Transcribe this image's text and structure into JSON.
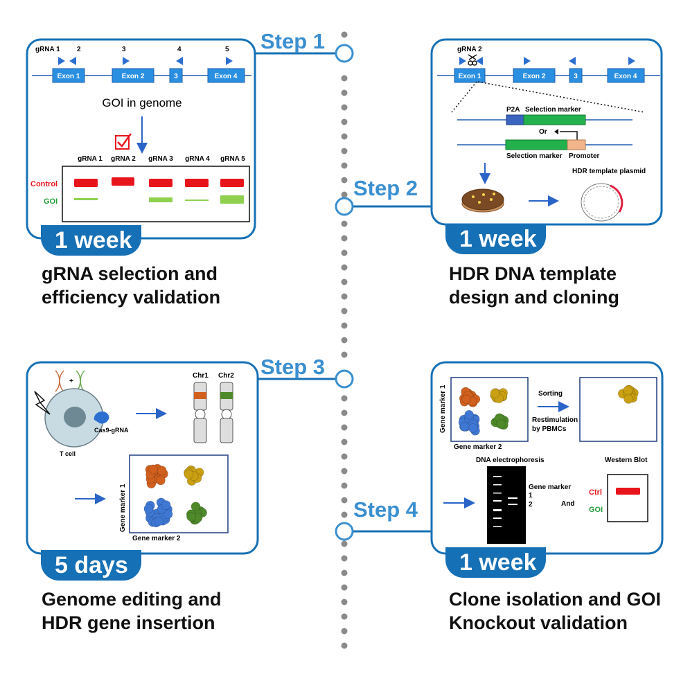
{
  "steps": [
    {
      "label": "Step 1",
      "duration": "1 week",
      "title_line1": "gRNA selection and",
      "title_line2": "efficiency validation"
    },
    {
      "label": "Step 2",
      "duration": "1 week",
      "title_line1": "HDR DNA template",
      "title_line2": "design and cloning"
    },
    {
      "label": "Step 3",
      "duration": "5 days",
      "title_line1": "Genome editing and",
      "title_line2": "HDR gene insertion"
    },
    {
      "label": "Step 4",
      "duration": "1 week",
      "title_line1": "Clone isolation and GOI",
      "title_line2": "Knockout validation"
    }
  ],
  "panel1": {
    "grna_top": [
      "gRNA 1",
      "2",
      "3",
      "4",
      "5"
    ],
    "exons": [
      "Exon 1",
      "Exon 2",
      "3",
      "Exon 4"
    ],
    "goi_caption": "GOI in genome",
    "gel_headers": [
      "gRNA 1",
      "gRNA 2",
      "gRNA 3",
      "gRNA 4",
      "gRNA 5"
    ],
    "row_control": "Control",
    "row_goi": "GOI"
  },
  "panel2": {
    "grna_label": "gRNA 2",
    "exons": [
      "Exon 1",
      "Exon 2",
      "3",
      "Exon 4"
    ],
    "p2a": "P2A",
    "selection_marker_top": "Selection marker",
    "or": "Or",
    "selection_marker_bottom": "Selection marker",
    "promoter": "Promoter",
    "plasmid": "HDR template plasmid"
  },
  "panel3": {
    "cas9": "Cas9-gRNA",
    "tcell": "T cell",
    "chr1": "Chr1",
    "chr2": "Chr2",
    "axis_y": "Gene marker 1",
    "axis_x": "Gene marker 2"
  },
  "panel4": {
    "axis_y": "Gene marker 1",
    "axis_x": "Gene marker 2",
    "sorting": "Sorting",
    "restim1": "Restimulation",
    "restim2": "by PBMCs",
    "dna_title": "DNA electrophoresis",
    "gene_marker": "Gene marker",
    "lane1": "1",
    "lane2": "2",
    "and": "And",
    "wb_title": "Western Blot",
    "ctrl": "Ctrl",
    "goi": "GOI"
  },
  "colors": {
    "accent_blue": "#1670b5",
    "light_blue": "#3a8fd0",
    "exon_blue": "#2a8fe0",
    "band_red": "#e8141c",
    "band_green": "#8fd14f",
    "marker_green": "#22b14c",
    "promoter_orange": "#f2b48a"
  }
}
